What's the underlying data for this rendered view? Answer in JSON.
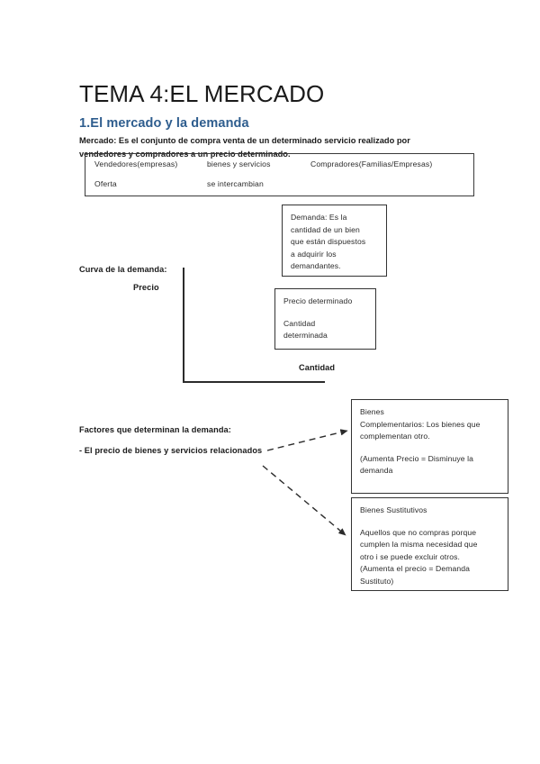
{
  "document": {
    "title": "TEMA 4:EL MERCADO",
    "section_heading": "1.El mercado y la demanda",
    "intro_paragraph": "Mercado: Es el conjunto de compra venta de un determinado servicio realizado por vendedores y compradores a un precio determinado.",
    "heading_color": "#2e5d8e"
  },
  "market_table": {
    "row1": {
      "sellers": "Vendedores(empresas)",
      "goods": "bienes y servicios",
      "buyers": "Compradores(Familias/Empresas)"
    },
    "row2": {
      "supply": "Oferta",
      "exchange": "se intercambian",
      "blank": ""
    }
  },
  "demand_box": {
    "line1": "Demanda: Es la",
    "line2": "cantidad de un bien",
    "line3": "que están dispuestos",
    "line4": "a adquirir los",
    "line5": "demandantes."
  },
  "price_box": {
    "line1": "Precio determinado",
    "line2": "Cantidad",
    "line3": "determinada"
  },
  "graph": {
    "caption": "Curva de la demanda:",
    "y_axis_label": "Precio",
    "x_axis_label": "Cantidad"
  },
  "factors": {
    "title": "Factores que determinan la demanda:",
    "item1": "- El precio de bienes y servicios relacionados"
  },
  "complementary_box": {
    "line1": "Bienes",
    "line2": "Complementarios: Los bienes que",
    "line3": "complementan otro.",
    "line4": "(Aumenta Precio = Disminuye la",
    "line5": "demanda"
  },
  "substitute_box": {
    "line1": "Bienes Sustitutivos",
    "line2": "Aquellos que no compras porque",
    "line3": "cumplen la misma necesidad que",
    "line4": "otro i se puede excluir otros.",
    "line5": "(Aumenta el precio = Demanda",
    "line6": "Sustituto)"
  }
}
